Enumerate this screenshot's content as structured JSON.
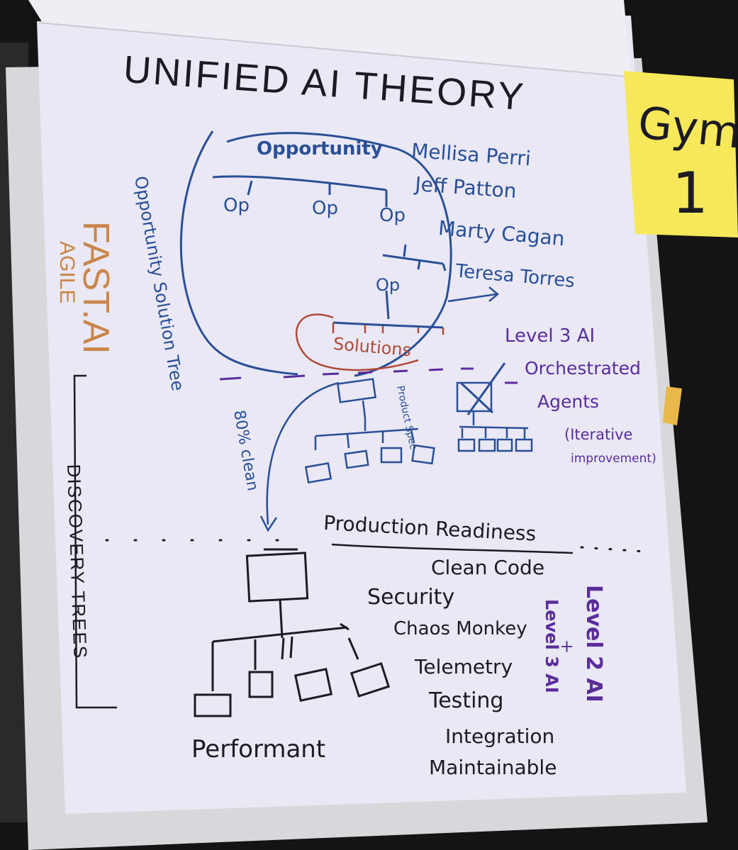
{
  "flipchart": {
    "title": "UNIFIED AI THEORY",
    "sticky_note": {
      "line1": "Gym",
      "line2": "1"
    },
    "side_labels": {
      "fast_ai": "FAST.AI",
      "agile": "AGILE",
      "opportunity_solution_tree": "Opportunity Solution Tree",
      "discovery_trees": "DISCOVERY TREES"
    },
    "opportunity_tree": {
      "root": "Opportunity",
      "children": [
        "Op",
        "Op",
        "Op"
      ],
      "sub_child": "Op",
      "solutions": "Solutions"
    },
    "authors": [
      "Mellisa Perri",
      "Jeff Patton",
      "Marty Cagan",
      "Teresa Torres"
    ],
    "annotations": {
      "product_spec": "Product Spec",
      "eighty_percent_clean": "80% clean",
      "level3_ai": "Level 3 AI",
      "orchestrated": "Orchestrated",
      "agents": "Agents",
      "iterative_line1": "(Iterative",
      "iterative_line2": "improvement)"
    },
    "production": {
      "heading": "Production Readiness",
      "items": [
        "Clean Code",
        "Security",
        "Chaos Monkey",
        "Telemetry",
        "Testing",
        "Integration",
        "Maintainable"
      ],
      "bottom_label": "Performant",
      "level2_ai": "Level 2 AI",
      "plus": "+",
      "level3_ai": "Level 3 AI"
    }
  },
  "colors": {
    "paper": "#e9e8f4",
    "black_marker": "#1c1a24",
    "blue_marker": "#2f5fa0",
    "purple_marker": "#5a2d9a",
    "orange_marker": "#c9864a",
    "red_marker": "#b04a3a",
    "sticky_note": "#f6e85a"
  }
}
